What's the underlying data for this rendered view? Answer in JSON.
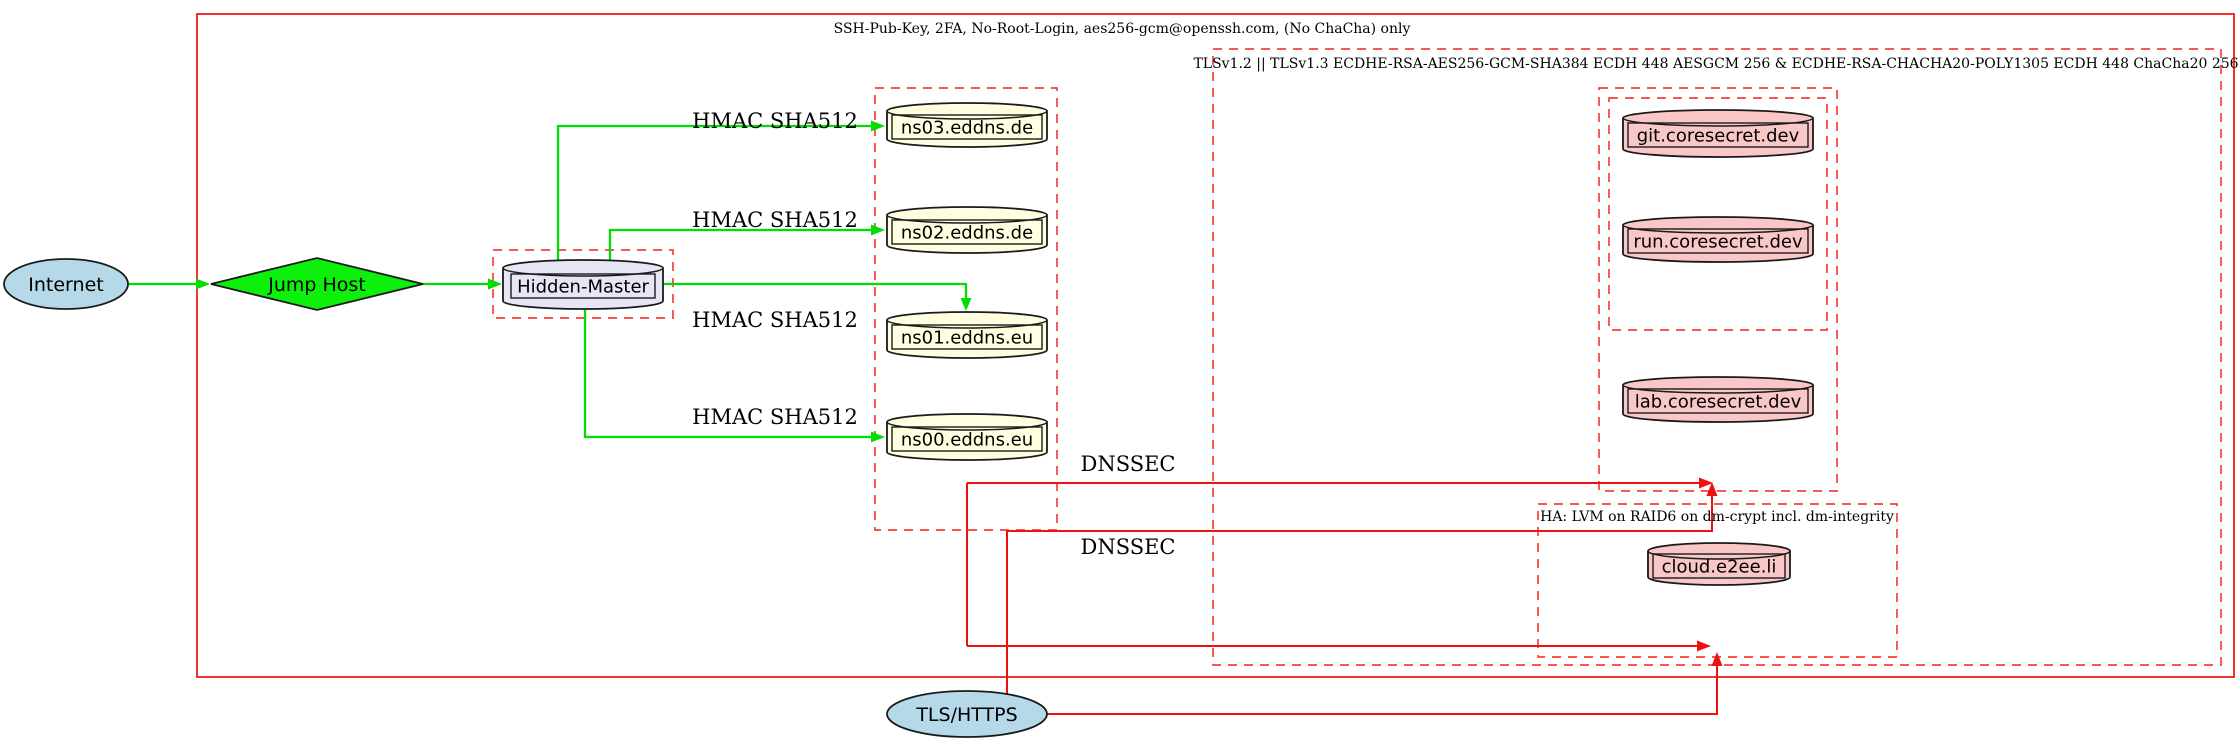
{
  "clusters": {
    "ssh_label": "SSH-Pub-Key, 2FA, No-Root-Login, aes256-gcm@openssh.com, (No ChaCha) only",
    "tls_label": "TLSv1.2 || TLSv1.3 ECDHE-RSA-AES256-GCM-SHA384 ECDH 448 AESGCM 256 & ECDHE-RSA-CHACHA20-POLY1305 ECDH 448 ChaCha20 256",
    "ha_label": "HA: LVM on RAID6 on dm-crypt incl. dm-integrity"
  },
  "nodes": {
    "internet": "Internet",
    "jump_host": "Jump Host",
    "hidden_master": "Hidden-Master",
    "ns03": "ns03.eddns.de",
    "ns02": "ns02.eddns.de",
    "ns01": "ns01.eddns.eu",
    "ns00": "ns00.eddns.eu",
    "git": "git.coresecret.dev",
    "run": "run.coresecret.dev",
    "lab": "lab.coresecret.dev",
    "cloud": "cloud.e2ee.li",
    "tls_https": "TLS/HTTPS"
  },
  "edge_labels": {
    "hmac_sha512": "HMAC SHA512",
    "dnssec": "DNSSEC"
  },
  "colors": {
    "edge_green": "#00dd00",
    "edge_red": "#ee1111",
    "cluster_solid_red": "#ee1111",
    "cluster_dashed_red": "#fb3b3b",
    "fill_lightblue": "#b5d9e9",
    "fill_green": "#0cf00c",
    "fill_lavender": "#e6e6f7",
    "fill_lightyellow": "#fffee0",
    "fill_pink": "#f9c7c7"
  }
}
